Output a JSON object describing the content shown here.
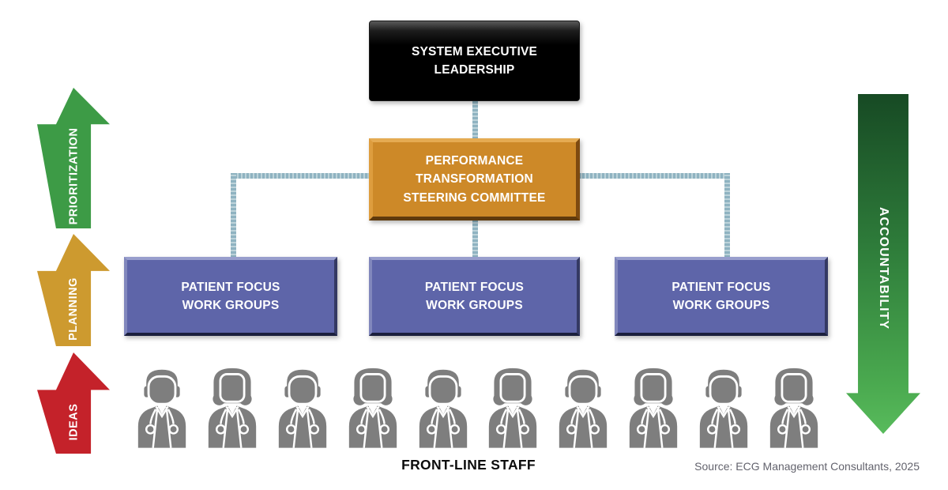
{
  "boxes": {
    "executive": {
      "label": "SYSTEM EXECUTIVE\nLEADERSHIP",
      "color": "#000000"
    },
    "steering": {
      "label": "PERFORMANCE\nTRANSFORMATION\nSTEERING COMMITTEE",
      "color": "#cd8928"
    },
    "work_groups": [
      {
        "label": "PATIENT FOCUS\nWORK GROUPS"
      },
      {
        "label": "PATIENT FOCUS\nWORK GROUPS"
      },
      {
        "label": "PATIENT FOCUS\nWORK GROUPS"
      }
    ],
    "work_group_color": "#5e65a9"
  },
  "left_arrows": [
    {
      "label": "PRIORITIZATION",
      "color": "#3d9b46"
    },
    {
      "label": "PLANNING",
      "color": "#cd9a2f"
    },
    {
      "label": "IDEAS",
      "color": "#c4222a"
    }
  ],
  "right_arrow": {
    "label": "ACCOUNTABILITY",
    "color_top": "#174a24",
    "color_bottom": "#58bb5c"
  },
  "staff": {
    "label": "FRONT-LINE STAFF",
    "icon_color": "#7e7e7e",
    "icons": [
      "male-doctor",
      "female-doctor",
      "male-doctor",
      "female-doctor",
      "male-doctor",
      "female-doctor",
      "male-doctor",
      "female-doctor",
      "male-doctor",
      "female-doctor"
    ]
  },
  "connector_color": "#8fb3c1",
  "source_note": "Source: ECG Management Consultants, 2025"
}
